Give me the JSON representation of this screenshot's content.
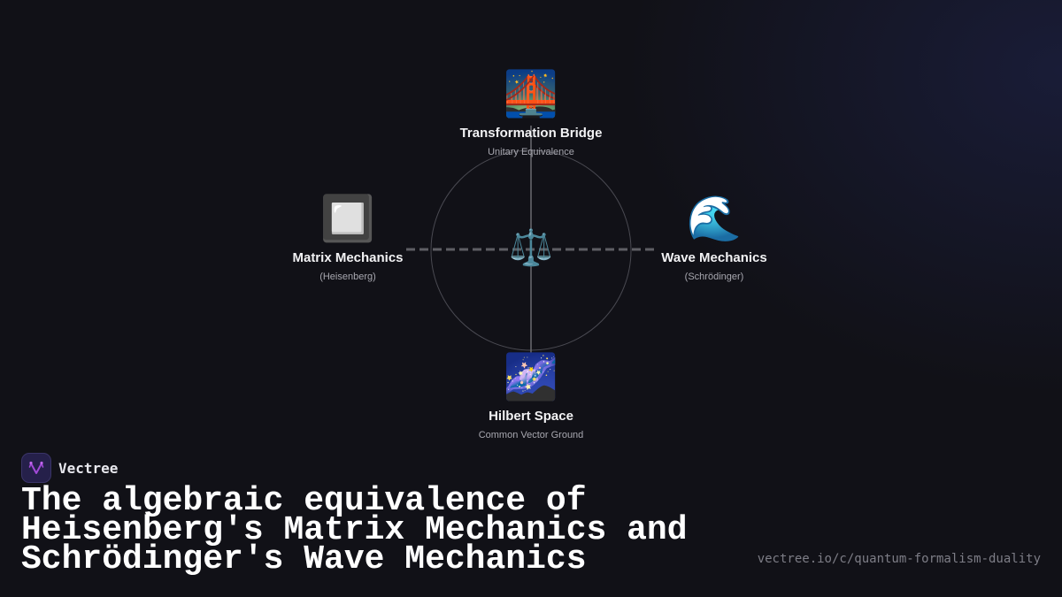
{
  "diagram": {
    "top": {
      "icon": "🌉",
      "icon_name": "bridge-at-night-icon",
      "title": "Transformation Bridge",
      "subtitle": "Unitary Equivalence"
    },
    "left": {
      "icon": "🔲",
      "icon_name": "square-button-icon",
      "title": "Matrix Mechanics",
      "subtitle": "(Heisenberg)"
    },
    "right": {
      "icon": "🌊",
      "icon_name": "wave-icon",
      "title": "Wave Mechanics",
      "subtitle": "(Schrödinger)"
    },
    "bottom": {
      "icon": "🌌",
      "icon_name": "milky-way-icon",
      "title": "Hilbert Space",
      "subtitle": "Common Vector Ground"
    },
    "center": {
      "icon": "⚖️",
      "icon_name": "balance-scale-icon"
    },
    "colors": {
      "circle": "#4a4a52",
      "axis": "#6a6a70",
      "dashed": "#5e5e64"
    }
  },
  "brand": {
    "name": "Vectree",
    "accent": "#a24ad8"
  },
  "headline": "The algebraic equivalence of Heisenberg's Matrix Mechanics and Schrödinger's Wave Mechanics",
  "url": "vectree.io/c/quantum-formalism-duality"
}
